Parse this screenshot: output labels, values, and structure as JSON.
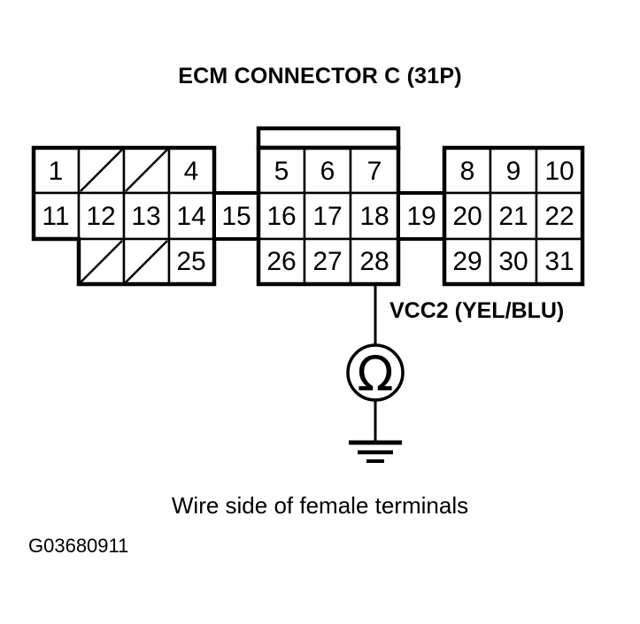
{
  "title": "ECM CONNECTOR C (31P)",
  "caption": "Wire side of female terminals",
  "figure_id": "G03680911",
  "probe": {
    "label": "VCC2 (YEL/BLU)",
    "meter_symbol": "Ω",
    "meter_type": "ohmmeter",
    "probe_terminal": "28",
    "ground_symbol": "earth-ground"
  },
  "colors": {
    "ink": "#000000",
    "background": "#ffffff"
  },
  "connector": {
    "name": "ECM CONNECTOR C",
    "pin_count": "31P",
    "view": "Wire side of female terminals",
    "blocks": [
      {
        "id": "left",
        "columns": 4,
        "rows": [
          [
            "1",
            "",
            "",
            "4"
          ],
          [
            "11",
            "12",
            "13",
            "14"
          ],
          [
            "",
            "",
            "",
            "25"
          ]
        ]
      },
      {
        "id": "bridge-left",
        "columns": 1,
        "rows": [
          [
            null
          ],
          [
            "15"
          ],
          [
            null
          ]
        ]
      },
      {
        "id": "middle",
        "columns": 3,
        "has_top_tab": true,
        "rows": [
          [
            "5",
            "6",
            "7"
          ],
          [
            "16",
            "17",
            "18"
          ],
          [
            "26",
            "27",
            "28"
          ]
        ]
      },
      {
        "id": "bridge-right",
        "columns": 1,
        "rows": [
          [
            null
          ],
          [
            "19"
          ],
          [
            null
          ]
        ]
      },
      {
        "id": "right",
        "columns": 3,
        "rows": [
          [
            "8",
            "9",
            "10"
          ],
          [
            "20",
            "21",
            "22"
          ],
          [
            "29",
            "30",
            "31"
          ]
        ]
      }
    ],
    "blank_cells_note": "diagonal-slash"
  }
}
